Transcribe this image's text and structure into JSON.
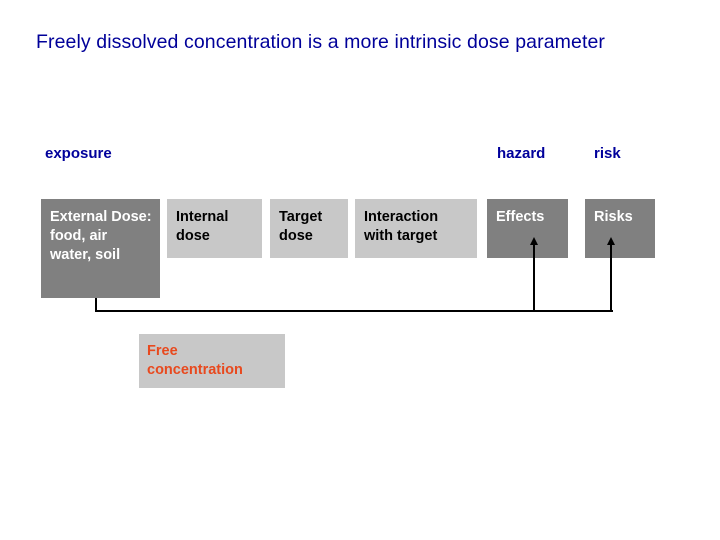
{
  "slide": {
    "title": "Freely dissolved concentration is a more intrinsic dose parameter",
    "background_color": "#ffffff",
    "title_color": "#000099"
  },
  "group_labels": {
    "exposure": "exposure",
    "hazard": "hazard",
    "risk": "risk",
    "color": "#00009b"
  },
  "flow_boxes": [
    {
      "id": "external-dose",
      "label": "External Dose:\nfood, air\nwater, soil",
      "fill": "#808080",
      "text_color": "#ffffff"
    },
    {
      "id": "internal-dose",
      "label": "Internal\ndose",
      "fill": "#c8c8c8",
      "text_color": "#000000"
    },
    {
      "id": "target-dose",
      "label": "Target\ndose",
      "fill": "#c8c8c8",
      "text_color": "#000000"
    },
    {
      "id": "interaction-with-target",
      "label": "Interaction\nwith target",
      "fill": "#c8c8c8",
      "text_color": "#000000"
    },
    {
      "id": "effects",
      "label": "Effects",
      "fill": "#808080",
      "text_color": "#ffffff"
    },
    {
      "id": "risks",
      "label": "Risks",
      "fill": "#808080",
      "text_color": "#ffffff"
    }
  ],
  "highlight_box": {
    "id": "free-concentration",
    "label": "Free\nconcentration",
    "fill": "#c8c8c8",
    "text_color": "#e8491e"
  },
  "connectors": {
    "description": "Line drops from External Dose box, runs right along a horizontal bus, then two arrows rise into the Effects and Risks boxes.",
    "color": "#000000",
    "arrow_targets": [
      "effects",
      "risks"
    ]
  }
}
